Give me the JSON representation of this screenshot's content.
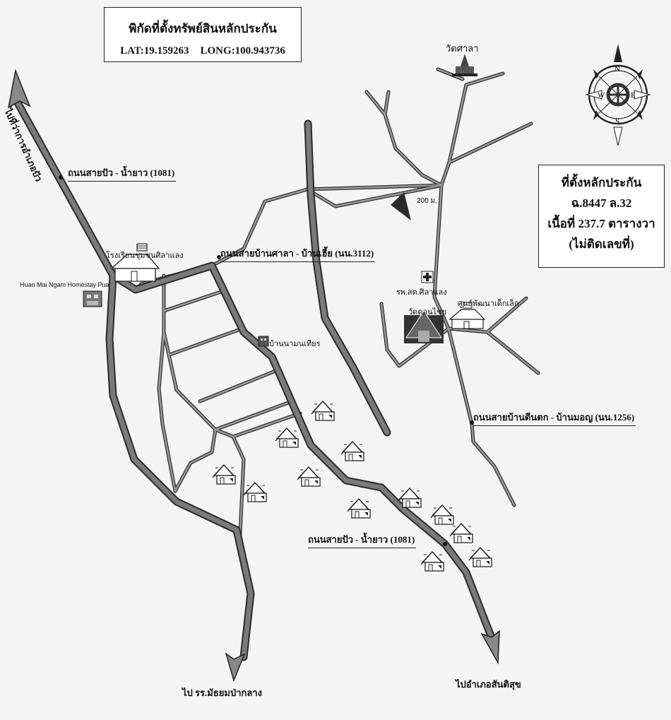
{
  "header": {
    "title": "พิกัดที่ตั้งทรัพย์สินหลักประกัน",
    "lat": "LAT:19.159263",
    "long": "LONG:100.943736"
  },
  "location_box": {
    "line1": "ที่ตั้งหลักประกัน",
    "line2": "ฉ.8447 ล.32",
    "line3": "เนื้อที่ 237.7 ตารางวา",
    "line4": "(ไม่ติดเลขที่)"
  },
  "compass": {
    "n": "N",
    "e": "E",
    "s": "S",
    "w": "W"
  },
  "roads": {
    "pua_nanyao_top": "ถนนสายปัว - น้ำยาว (1081)",
    "ban_sala_ban_hia": "ถนนสายบ้านศาลา - บ้านเฮี้ย (นน.3112)",
    "ban_tuentok": "ถนนสายบ้านตีนตก - บ้านมอญ (นน.1256)",
    "pua_nanyao_bottom": "ถนนสายปัว - น้ำยาว (1081)"
  },
  "destinations": {
    "to_pua_district": "ไปที่ว่าการอำเภอปัว",
    "to_school": "ไป รร.มัธยมป่ากลาง",
    "to_santisuk": "ไปอำเภอสันติสุข"
  },
  "places": {
    "wat_sala": "วัดศาลา",
    "school": "โรงเรียนชุมชนศิลาแลง",
    "homestay": "Huan Mai Ngam Homestay Pua",
    "hospital": "รพ.สต.ศิลาแลง",
    "childcare": "ศูนย์พัฒนาเด็กเล็ก",
    "wat_don_chai": "วัดดอนไชย",
    "village_house": "บ้านนามนเทียร"
  },
  "distance_label": "200 ม.",
  "colors": {
    "main_road": "#6e6e6e",
    "main_road_edge": "#2a2a2a",
    "minor_road": "#777777",
    "marker": "#2b2b2b"
  }
}
